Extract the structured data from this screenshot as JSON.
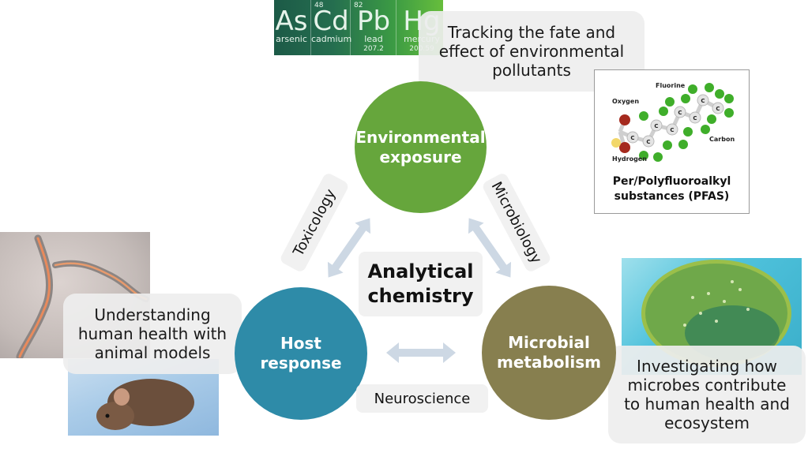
{
  "periodic_table": {
    "elements": [
      {
        "symbol": "As",
        "name": "arsenic",
        "number": ""
      },
      {
        "symbol": "Cd",
        "name": "cadmium",
        "number": "48"
      },
      {
        "symbol": "Pb",
        "name": "lead",
        "number": "82",
        "mass": "207.2"
      },
      {
        "symbol": "Hg",
        "name": "mercury",
        "number": "",
        "mass": "200.59"
      }
    ]
  },
  "callouts": {
    "top": "Tracking the fate and effect of environmental pollutants",
    "left": "Understanding human health with animal models",
    "right": "Investigating how microbes contribute to human health and ecosystem"
  },
  "pfas": {
    "labels": {
      "fluorine": "Fluorine",
      "oxygen": "Oxygen",
      "hydrogen": "Hydrogen",
      "carbon": "Carbon",
      "atom": "C"
    },
    "caption_line1": "Per/Polyfluoroalkyl",
    "caption_line2": "substances (PFAS)"
  },
  "nodes": {
    "environmental": {
      "line1": "Environmental",
      "line2": "exposure",
      "color": "#66a63c"
    },
    "host": {
      "line1": "Host",
      "line2": "response",
      "color": "#2e8ba8"
    },
    "microbial": {
      "line1": "Microbial",
      "line2": "metabolism",
      "color": "#877f4f"
    }
  },
  "center": {
    "line1": "Analytical",
    "line2": "chemistry"
  },
  "links": {
    "toxicology": "Toxicology",
    "microbiology": "Microbiology",
    "neuroscience": "Neuroscience",
    "arrow_color": "#cdd8e4"
  }
}
